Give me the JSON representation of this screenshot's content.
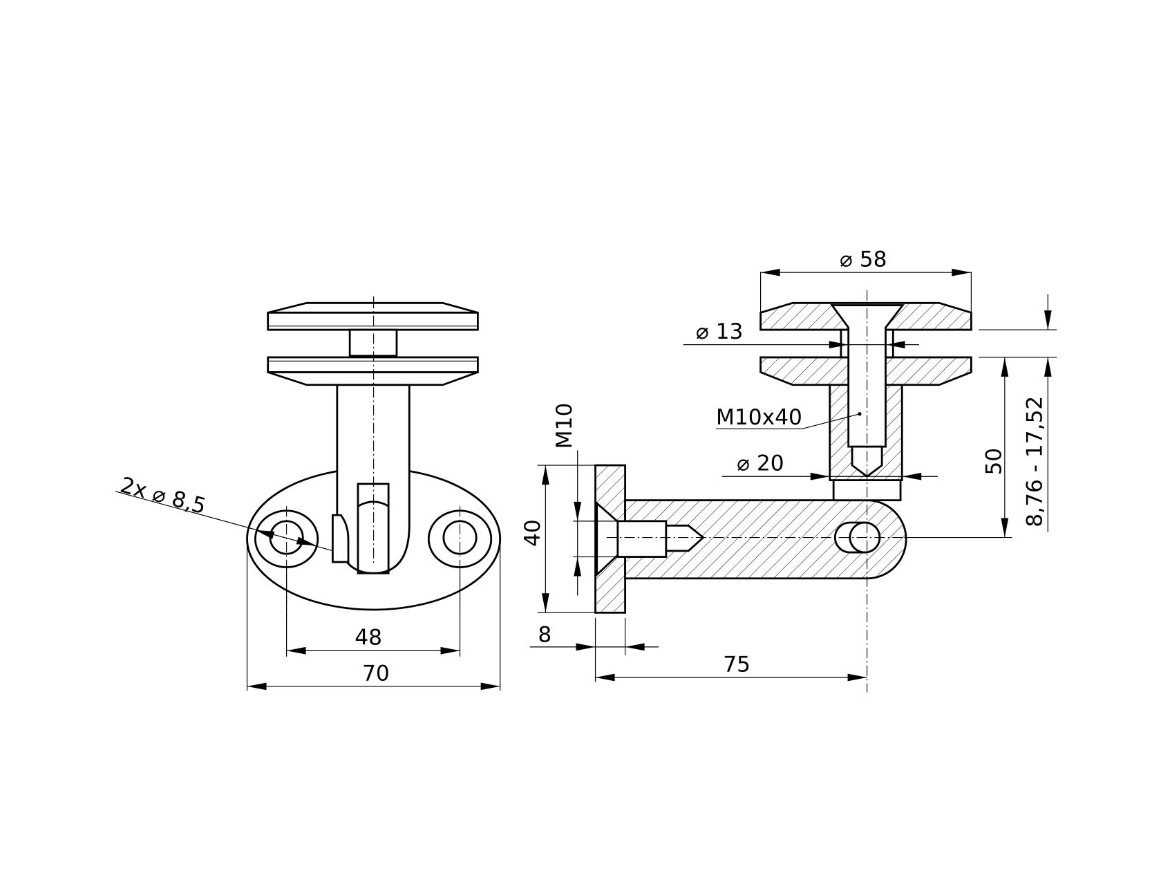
{
  "drawing": {
    "front_view": {
      "hole_note": "2x ⌀ 8,5",
      "hole_spacing": "48",
      "base_width": "70"
    },
    "side_view": {
      "plate_diameter": "⌀ 58",
      "bolt_hole_diameter": "⌀ 13",
      "bolt": "M10x40",
      "post_diameter": "⌀ 20",
      "thread": "M10",
      "plate_height": "40",
      "plate_thickness": "8",
      "projection": "75",
      "height": "50",
      "glass_range": "8,76 - 17,52"
    }
  },
  "colors": {
    "line": "#000000",
    "background": "#ffffff"
  }
}
